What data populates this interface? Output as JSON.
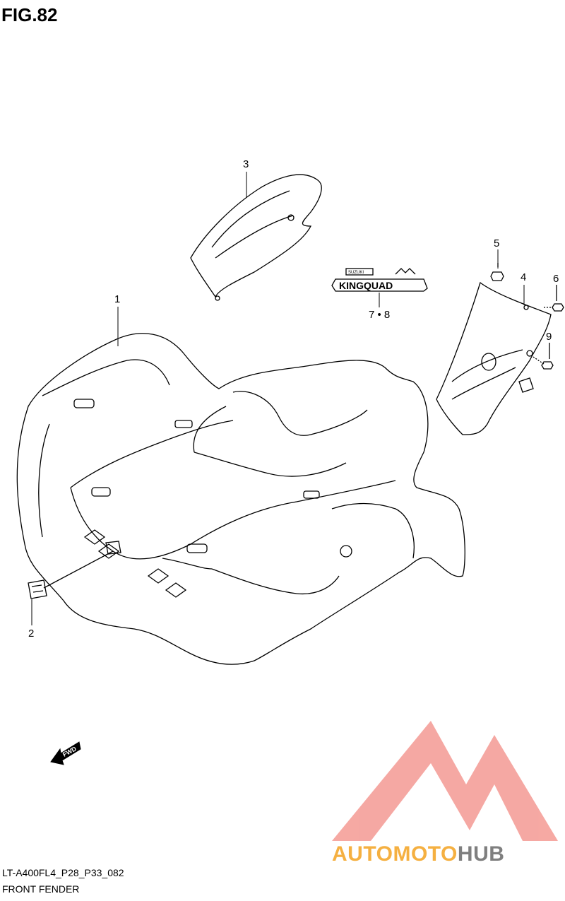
{
  "figure": {
    "title": "FIG.82"
  },
  "callouts": [
    {
      "id": "c1",
      "label": "1"
    },
    {
      "id": "c2",
      "label": "2"
    },
    {
      "id": "c3",
      "label": "3"
    },
    {
      "id": "c4",
      "label": "4"
    },
    {
      "id": "c5",
      "label": "5"
    },
    {
      "id": "c6",
      "label": "6"
    },
    {
      "id": "c78",
      "label": "7 • 8"
    },
    {
      "id": "c9",
      "label": "9"
    }
  ],
  "emblem": {
    "text": "KINGQUAD",
    "small_text": "SUZUKI"
  },
  "direction_tag": {
    "text": "FWD"
  },
  "footer": {
    "code": "LT-A400FL4_P28_P33_082",
    "name": "FRONT FENDER"
  },
  "watermark": {
    "part1": "AUTOMOTO",
    "part2": "HUB",
    "colors": {
      "logo": "#f28b82",
      "text_orange": "#f5b041",
      "text_gray": "#7f7f7f"
    }
  }
}
